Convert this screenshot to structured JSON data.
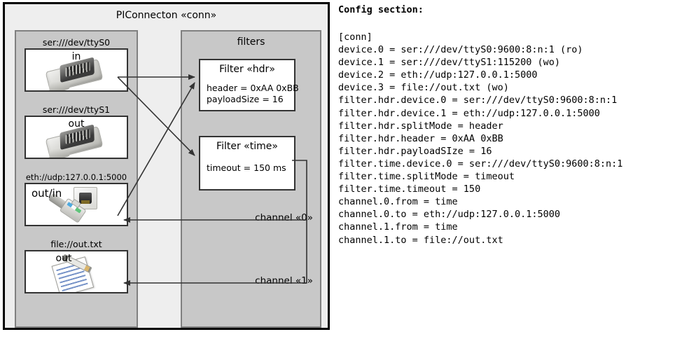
{
  "diagram": {
    "title": "PIConnecton «conn»",
    "left_panel": {
      "devices": [
        {
          "label": "ser:///dev/ttyS0",
          "mode": "in",
          "icon": "serial-connector-icon"
        },
        {
          "label": "ser:///dev/ttyS1",
          "mode": "out",
          "icon": "serial-connector-icon"
        },
        {
          "label": "eth://udp:127.0.0.1:5000",
          "mode": "out/in",
          "icon": "ethernet-plug-icon"
        },
        {
          "label": "file://out.txt",
          "mode": "out",
          "icon": "text-file-icon"
        }
      ]
    },
    "right_panel": {
      "title": "filters",
      "filters": [
        {
          "title": "Filter «hdr»",
          "attrs": [
            "header = 0xAA 0xBB",
            "payloadSize = 16"
          ]
        },
        {
          "title": "Filter «time»",
          "attrs": [
            "timeout = 150 ms"
          ]
        }
      ],
      "channels": [
        {
          "label": "channel «0»"
        },
        {
          "label": "channel «1»"
        }
      ]
    }
  },
  "config": {
    "heading": "Config section:",
    "lines": [
      "[conn]",
      "device.0 = ser:///dev/ttyS0:9600:8:n:1 (ro)",
      "device.1 = ser:///dev/ttyS1:115200 (wo)",
      "device.2 = eth://udp:127.0.0.1:5000",
      "device.3 = file://out.txt (wo)",
      "filter.hdr.device.0 = ser:///dev/ttyS0:9600:8:n:1",
      "filter.hdr.device.1 = eth://udp:127.0.0.1:5000",
      "filter.hdr.splitMode = header",
      "filter.hdr.header = 0xAA 0xBB",
      "filter.hdr.payloadSIze = 16",
      "filter.time.device.0 = ser:///dev/ttyS0:9600:8:n:1",
      "filter.time.splitMode = timeout",
      "filter.time.timeout = 150",
      "channel.0.from = time",
      "channel.0.to = eth://udp:127.0.0.1:5000",
      "channel.1.from = time",
      "channel.1.to = file://out.txt"
    ]
  },
  "colors": {
    "outer_fill": "#eeeeee",
    "panel_fill": "#c8c8c8",
    "box_fill": "#ffffff",
    "border_dark": "#000000",
    "border_mid": "#808080",
    "edge": "#333333"
  }
}
